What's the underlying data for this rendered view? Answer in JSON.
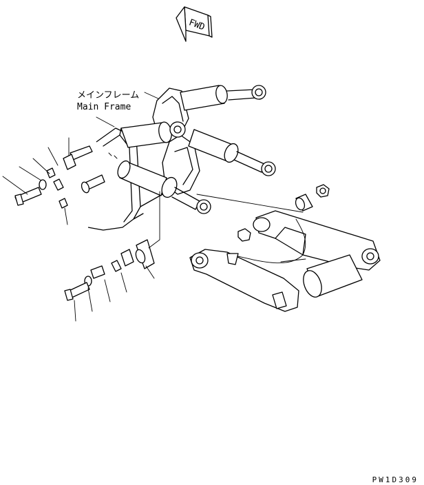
{
  "direction_badge": {
    "label": "FWD"
  },
  "callout_main_frame": {
    "label_ja": "メインフレーム",
    "label_en": "Main Frame"
  },
  "drawing_code": "PW1D309"
}
